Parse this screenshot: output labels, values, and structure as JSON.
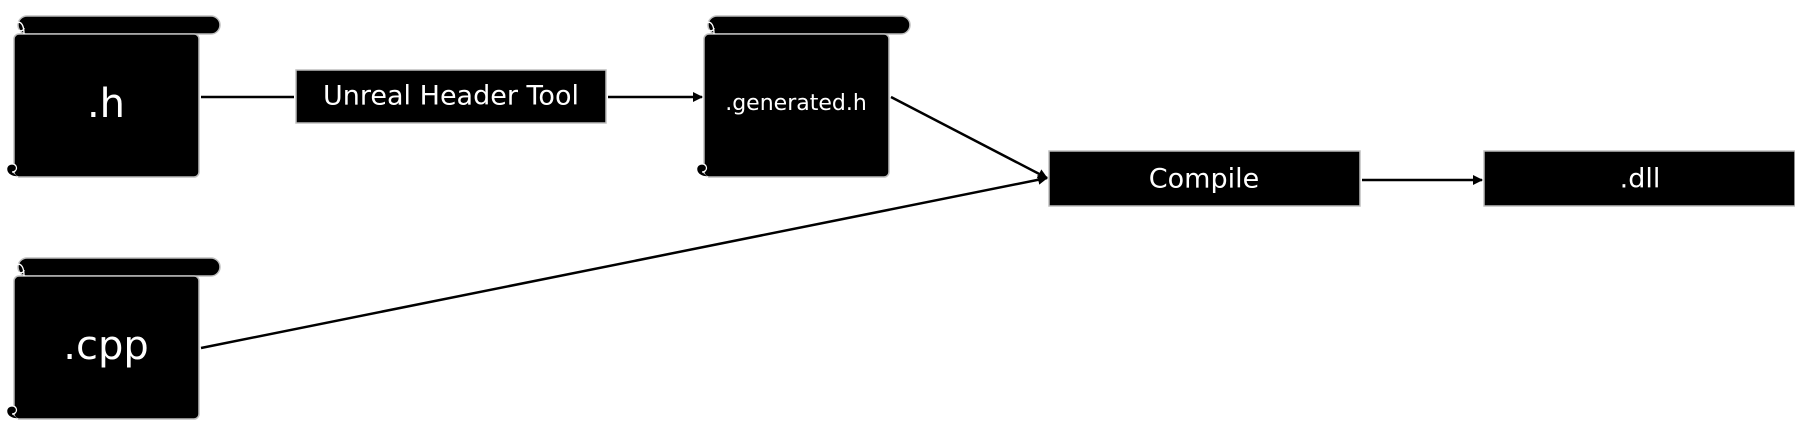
{
  "nodes": {
    "h_file": {
      "label": ".h"
    },
    "cpp_file": {
      "label": ".cpp"
    },
    "header_tool": {
      "label": "Unreal Header Tool"
    },
    "generated_file": {
      "label": ".generated.h"
    },
    "compile": {
      "label": "Compile"
    },
    "dll": {
      "label": ".dll"
    }
  },
  "colors": {
    "node_fill": "#000000",
    "node_text": "#ffffff",
    "edge": "#000000",
    "background": "#ffffff"
  },
  "icons": {
    "file": "scroll-icon"
  }
}
